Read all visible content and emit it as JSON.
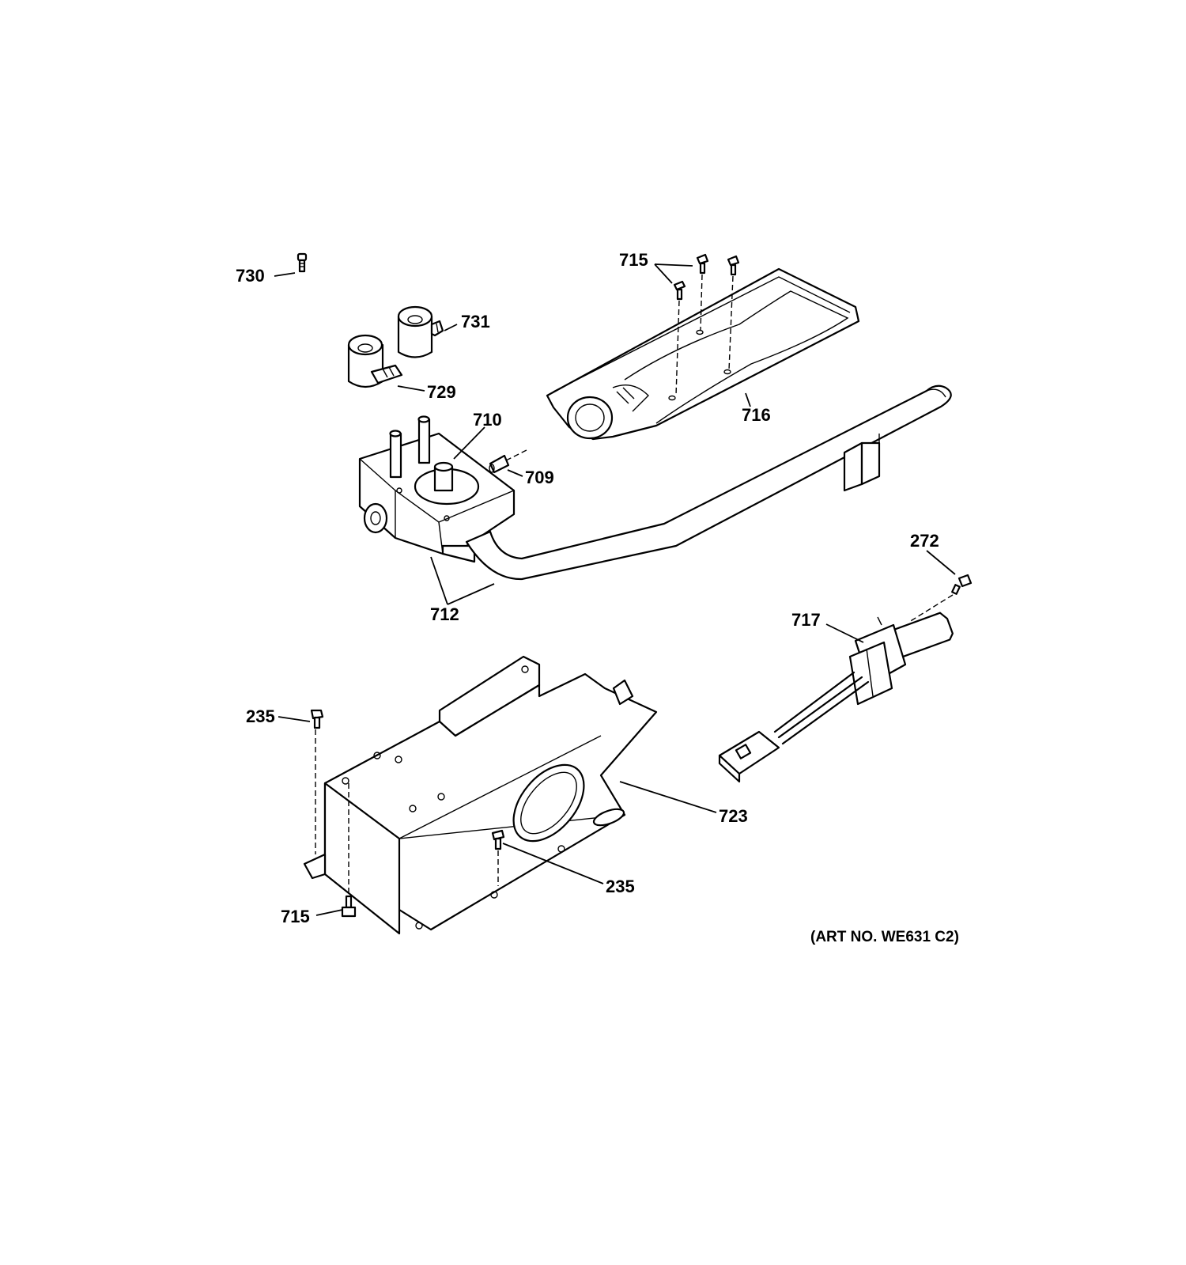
{
  "diagram": {
    "art_number": "(ART NO. WE631 C2)",
    "callouts": {
      "c730": "730",
      "c731": "731",
      "c729": "729",
      "c715_top": "715",
      "c716": "716",
      "c710": "710",
      "c709": "709",
      "c712": "712",
      "c272": "272",
      "c717": "717",
      "c235_left": "235",
      "c723": "723",
      "c235_mid": "235",
      "c715_bottom": "715"
    }
  }
}
